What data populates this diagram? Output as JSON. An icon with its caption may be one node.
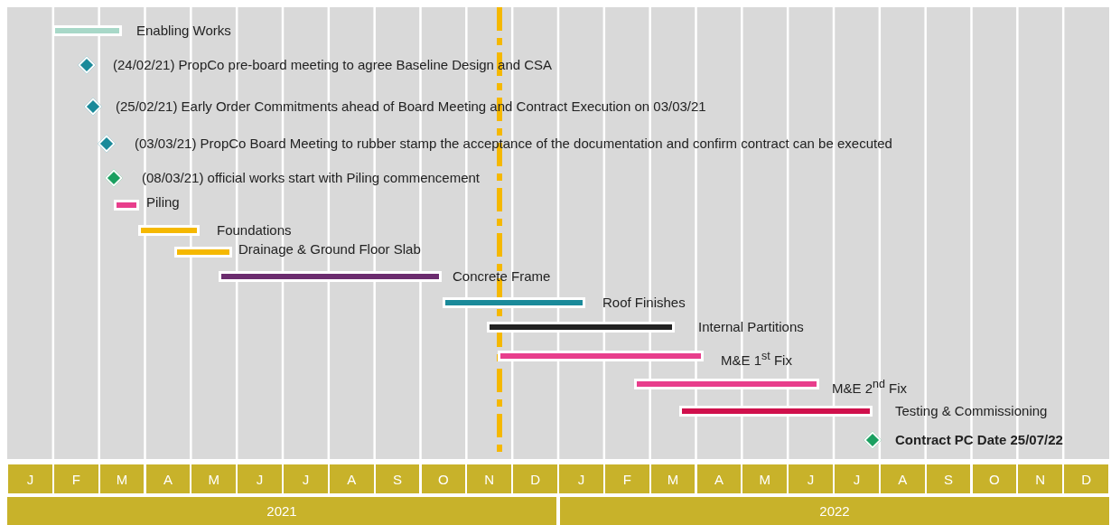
{
  "diagram": {
    "nodes": [
      {
        "text": [],
        "shape": "bar",
        "beside": [
          "Enabling Works"
        ]
      },
      {
        "text": [],
        "shape": "diamond",
        "beside": [
          "(24/02/21) PropCo pre-board meeting to agree Baseline Design and CSA"
        ]
      },
      {
        "text": [],
        "shape": "diamond",
        "beside": [
          "(25/02/21) Early Order Commitments ahead of Board Meeting and Contract Execution on 03/03/21"
        ]
      },
      {
        "text": [],
        "shape": "diamond",
        "beside": [
          "(03/03/21) PropCo Board Meeting to rubber stamp the acceptance of the documentation and confirm contract can be executed"
        ]
      },
      {
        "text": [],
        "shape": "diamond",
        "beside": [
          "(08/03/21) official works start with Piling commencement"
        ]
      },
      {
        "text": [],
        "shape": "bar",
        "beside": [
          "Piling"
        ]
      },
      {
        "text": [],
        "shape": "bar",
        "beside": [
          "Foundations"
        ]
      },
      {
        "text": [],
        "shape": "bar",
        "beside": [
          "Drainage & Ground Floor Slab"
        ]
      },
      {
        "text": [],
        "shape": "bar",
        "beside": [
          "Concrete Frame"
        ]
      },
      {
        "text": [],
        "shape": "bar",
        "beside": [
          "Roof Finishes"
        ]
      },
      {
        "text": [],
        "shape": "bar",
        "beside": [
          "Internal Partitions"
        ]
      },
      {
        "text": [],
        "shape": "bar",
        "beside": [
          "M&E 1$^{st}$ Fix"
        ]
      },
      {
        "text": [],
        "shape": "bar",
        "beside": [
          "M&E 2$^{nd}$ Fix"
        ]
      },
      {
        "text": [],
        "shape": "bar",
        "beside": [
          "Testing & Commissioning"
        ]
      },
      {
        "text": [],
        "shape": "diamond",
        "beside": [
          "Contract PC Date 25/07/22"
        ]
      }
    ],
    "labels": [
      "J",
      "F",
      "M",
      "A",
      "M",
      "J",
      "J",
      "A",
      "S",
      "O",
      "N",
      "D",
      "J",
      "F",
      "M",
      "A",
      "M",
      "J",
      "J",
      "A",
      "S",
      "O",
      "N",
      "D",
      "2021",
      "2022"
    ]
  }
}
